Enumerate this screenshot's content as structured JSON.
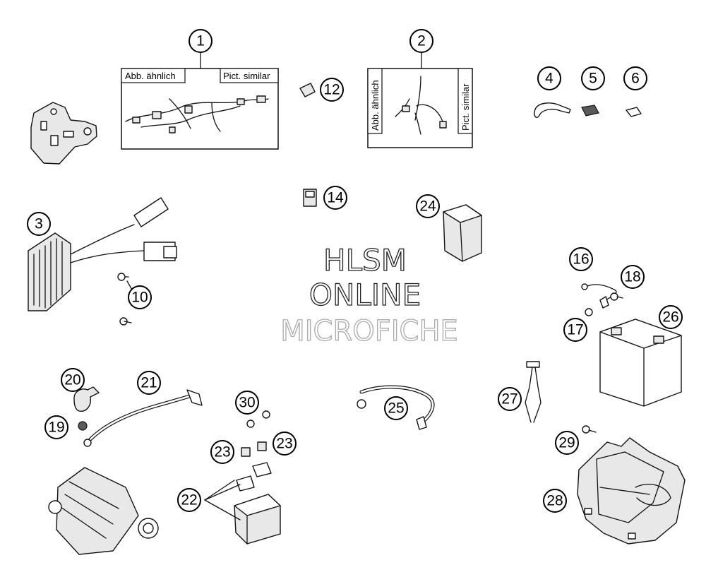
{
  "callouts": [
    {
      "label": "1"
    },
    {
      "label": "2"
    },
    {
      "label": "3"
    },
    {
      "label": "4"
    },
    {
      "label": "5"
    },
    {
      "label": "6"
    },
    {
      "label": "10"
    },
    {
      "label": "12"
    },
    {
      "label": "14"
    },
    {
      "label": "24"
    },
    {
      "label": "16"
    },
    {
      "label": "18"
    },
    {
      "label": "17"
    },
    {
      "label": "26"
    },
    {
      "label": "20"
    },
    {
      "label": "21"
    },
    {
      "label": "19"
    },
    {
      "label": "30"
    },
    {
      "label": "23"
    },
    {
      "label": "23"
    },
    {
      "label": "22"
    },
    {
      "label": "25"
    },
    {
      "label": "27"
    },
    {
      "label": "29"
    },
    {
      "label": "28"
    }
  ],
  "box1": {
    "left_tag": "Abb. ähnlich",
    "right_tag": "Pict. similar"
  },
  "box2": {
    "left_tag": "Abb. ähnlich",
    "right_tag": "Pict. similar"
  },
  "watermark": {
    "line1": "HLSM",
    "line2": "ONLINE",
    "line3": "MICROFICHE"
  }
}
